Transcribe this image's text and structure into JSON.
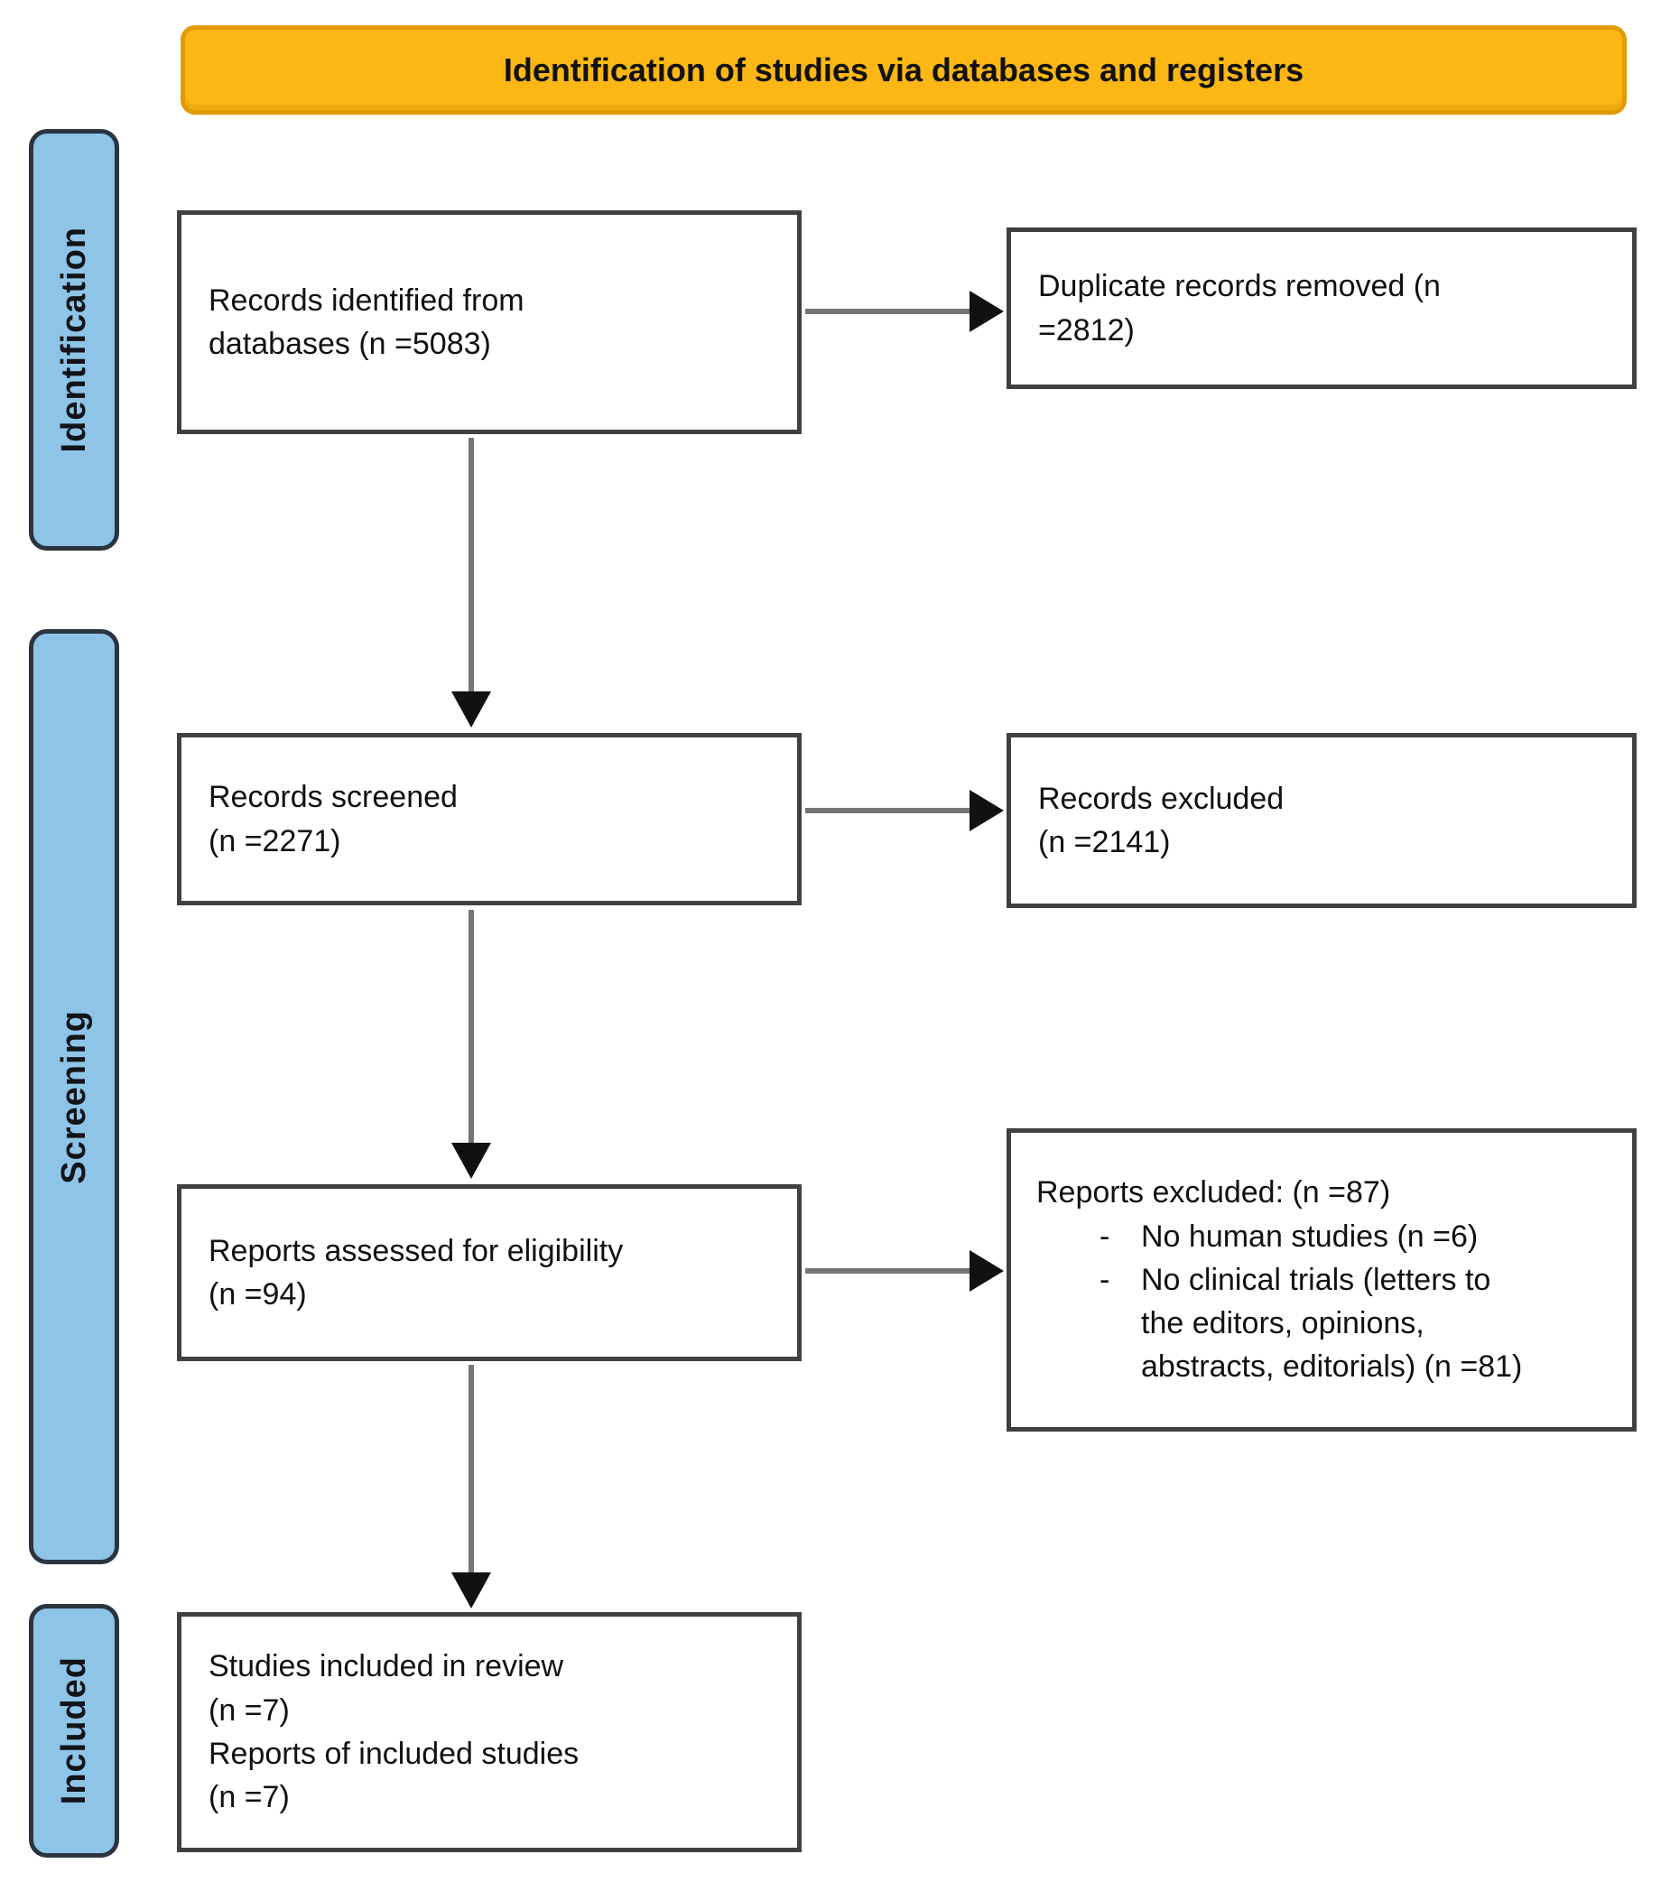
{
  "banner": {
    "title": "Identification of studies via databases and registers"
  },
  "sidebar": {
    "identification": {
      "label": "Identification"
    },
    "screening": {
      "label": "Screening"
    },
    "included": {
      "label": "Included"
    }
  },
  "boxes": {
    "records_identified": {
      "text": "Records identified from\ndatabases (n =5083)"
    },
    "duplicates_removed": {
      "text": "Duplicate records removed (n\n=2812)"
    },
    "records_screened": {
      "text": "Records screened\n(n =2271)"
    },
    "records_excluded": {
      "text": "Records excluded\n(n =2141)"
    },
    "reports_assessed": {
      "text": "Reports assessed for eligibility\n(n =94)"
    },
    "reports_excluded": {
      "title": "Reports excluded: (n =87)",
      "bullet_marker": "-",
      "bullets": [
        "No human studies (n =6)",
        "No clinical trials (letters to\nthe editors, opinions,\nabstracts, editorials) (n =81)"
      ]
    },
    "studies_included": {
      "text": "Studies included in review\n(n =7)\nReports of included studies\n(n =7)"
    }
  },
  "colors": {
    "banner_fill": "#FCB714",
    "banner_border": "#E39B05",
    "stage_fill": "#8EC4E8",
    "stage_border": "#2B3440",
    "box_border": "#404040",
    "arrow_line": "#757575",
    "arrow_head": "#111111",
    "text": "#111111"
  }
}
